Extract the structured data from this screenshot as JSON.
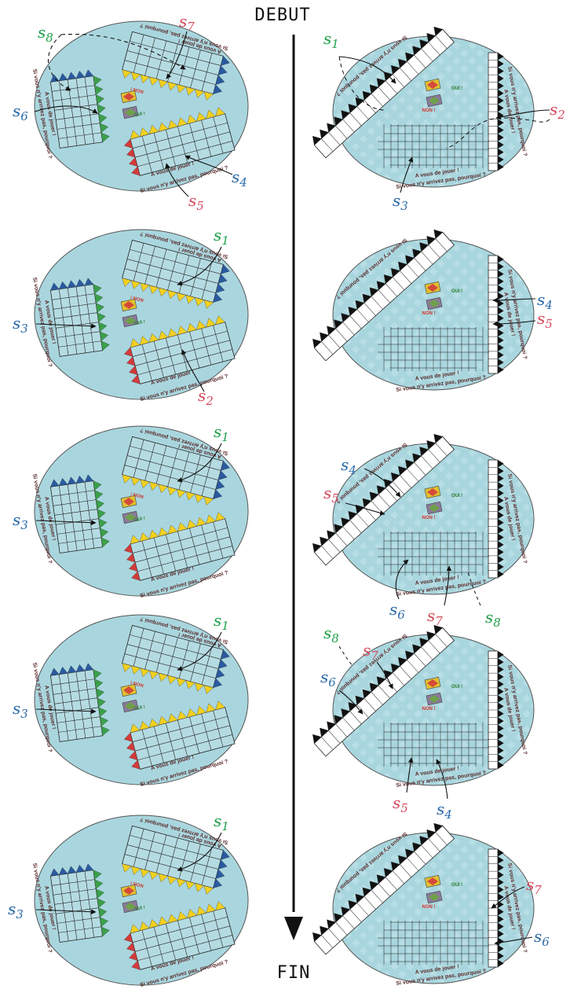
{
  "header": {
    "start": "DEBUT",
    "end": "FIN"
  },
  "board_text": {
    "play": "A vous de jouer !",
    "play_mirror": "A vous de jouer !",
    "question": "Si vous n'y arrivez pas, pourquoi ?",
    "question_mirror": "Si vous n'y arrivez pas, pourquoi ?",
    "yes": "OUI !",
    "no": "NON !"
  },
  "colors": {
    "green": "#1fa04a",
    "red": "#d44a5c",
    "blue": "#2a6aa8",
    "board": "#a9d6de",
    "arrow": "#111111"
  },
  "left_boards": [
    {
      "labels": [
        {
          "text": "s",
          "sub": "8",
          "color": "green"
        },
        {
          "text": "s",
          "sub": "7",
          "color": "red"
        },
        {
          "text": "s",
          "sub": "6",
          "color": "blue"
        },
        {
          "text": "s",
          "sub": "4",
          "color": "blue"
        },
        {
          "text": "s",
          "sub": "5",
          "color": "red"
        }
      ]
    },
    {
      "labels": [
        {
          "text": "s",
          "sub": "1",
          "color": "green"
        },
        {
          "text": "s",
          "sub": "3",
          "color": "blue"
        },
        {
          "text": "s",
          "sub": "2",
          "color": "red"
        }
      ]
    },
    {
      "labels": [
        {
          "text": "s",
          "sub": "1",
          "color": "green"
        },
        {
          "text": "s",
          "sub": "3",
          "color": "blue"
        }
      ]
    },
    {
      "labels": [
        {
          "text": "s",
          "sub": "1",
          "color": "green"
        },
        {
          "text": "s",
          "sub": "3",
          "color": "blue"
        }
      ]
    },
    {
      "labels": [
        {
          "text": "s",
          "sub": "1",
          "color": "green"
        },
        {
          "text": "s",
          "sub": "3",
          "color": "blue"
        }
      ]
    }
  ],
  "right_boards": [
    {
      "labels": [
        {
          "text": "s",
          "sub": "1",
          "color": "green"
        },
        {
          "text": "s",
          "sub": "2",
          "color": "red"
        },
        {
          "text": "s",
          "sub": "3",
          "color": "blue"
        }
      ]
    },
    {
      "labels": [
        {
          "text": "s",
          "sub": "4",
          "color": "blue"
        },
        {
          "text": "s",
          "sub": "5",
          "color": "red"
        }
      ]
    },
    {
      "labels": [
        {
          "text": "s",
          "sub": "4",
          "color": "blue"
        },
        {
          "text": "s",
          "sub": "5",
          "color": "red"
        },
        {
          "text": "s",
          "sub": "6",
          "color": "blue"
        },
        {
          "text": "s",
          "sub": "7",
          "color": "red"
        },
        {
          "text": "s",
          "sub": "8",
          "color": "green"
        }
      ]
    },
    {
      "labels": [
        {
          "text": "s",
          "sub": "8",
          "color": "green"
        },
        {
          "text": "s",
          "sub": "7",
          "color": "red"
        },
        {
          "text": "s",
          "sub": "6",
          "color": "blue"
        },
        {
          "text": "s",
          "sub": "5",
          "color": "red"
        },
        {
          "text": "s",
          "sub": "4",
          "color": "blue"
        }
      ]
    },
    {
      "labels": [
        {
          "text": "s",
          "sub": "7",
          "color": "red"
        },
        {
          "text": "s",
          "sub": "6",
          "color": "blue"
        }
      ]
    }
  ]
}
